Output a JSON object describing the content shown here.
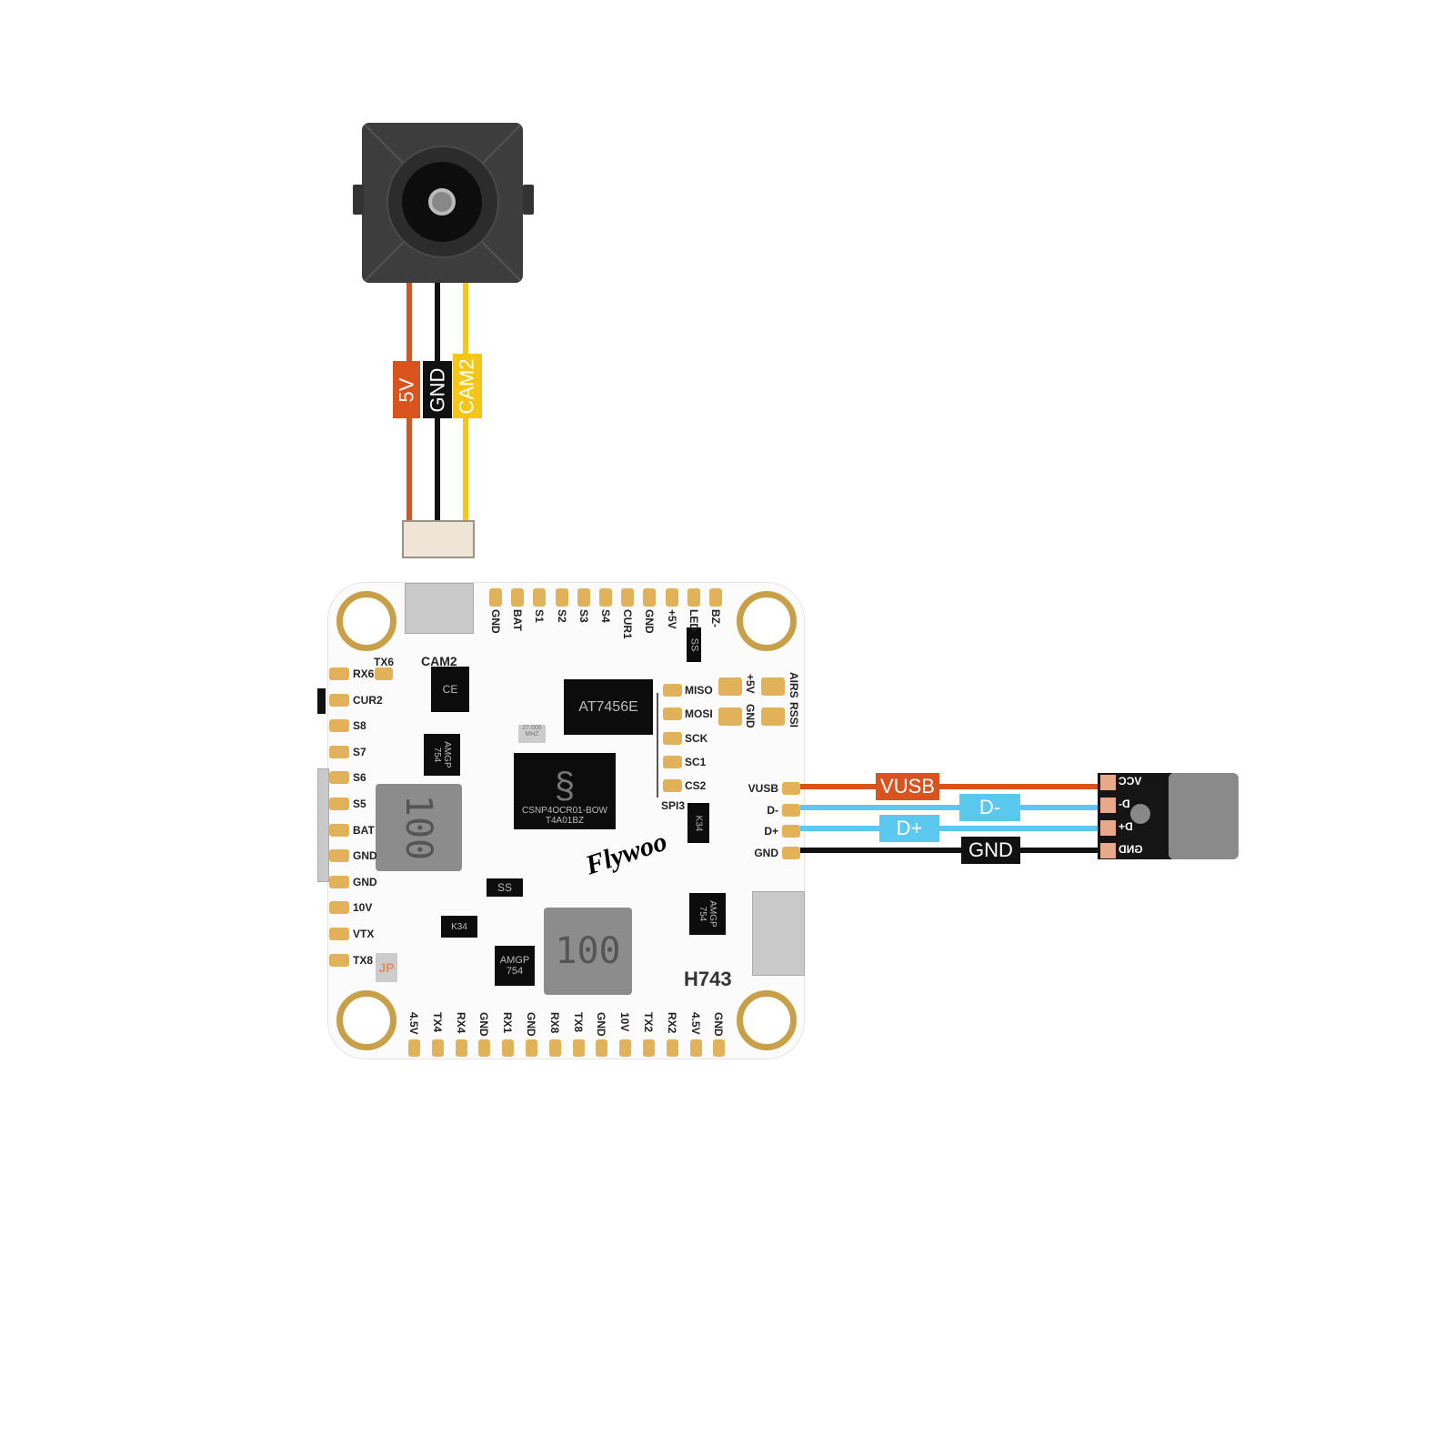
{
  "camera": {
    "wires": [
      {
        "label": "5V",
        "color": "#d9531e"
      },
      {
        "label": "GND",
        "color": "#111111"
      },
      {
        "label": "CAM2",
        "color": "#f5c518"
      }
    ]
  },
  "board": {
    "top_pads": [
      "GND",
      "BAT",
      "S1",
      "S2",
      "S3",
      "S4",
      "CUR1",
      "GND",
      "+5V",
      "LED",
      "BZ-"
    ],
    "left_pads": [
      "RX6",
      "CUR2",
      "S8",
      "S7",
      "S6",
      "S5",
      "BAT",
      "GND",
      "GND",
      "10V",
      "VTX",
      "TX8"
    ],
    "bottom_pads": [
      "4.5V",
      "TX4",
      "RX4",
      "GND",
      "RX1",
      "GND",
      "RX8",
      "TX8",
      "GND",
      "10V",
      "TX2",
      "RX2",
      "4.5V",
      "GND"
    ],
    "spi_pads": [
      "MISO",
      "MOSI",
      "SCK",
      "SC1",
      "CS2"
    ],
    "spi_label": "SPI3",
    "big_pads": {
      "col1": [
        "+5V",
        "GND"
      ],
      "col2": [
        "AIRS",
        "RSSI"
      ]
    },
    "usb_pads": [
      "VUSB",
      "D-",
      "D+",
      "GND"
    ],
    "tx6": "TX6",
    "cam2": "CAM2",
    "chips": {
      "osd": "AT7456E",
      "mcu_1": "CSNP4OCR01-BOW",
      "mcu_2": "T4A01BZ",
      "amgp": "AMGP 754",
      "inductor": "100",
      "k34": "K34",
      "ce": "CE",
      "ss": "SS",
      "crystal": "27.000 MHZ",
      "jp": "JP"
    },
    "brand": "Flywoo",
    "model": "H743"
  },
  "usb_wires": [
    {
      "label": "VUSB",
      "color": "#d9531e"
    },
    {
      "label": "D-",
      "color": "#5bc8ef"
    },
    {
      "label": "D+",
      "color": "#5bc8ef"
    },
    {
      "label": "GND",
      "color": "#111111"
    }
  ],
  "usb_board": {
    "pads": [
      "VCC",
      "D-",
      "D+",
      "GND"
    ]
  }
}
